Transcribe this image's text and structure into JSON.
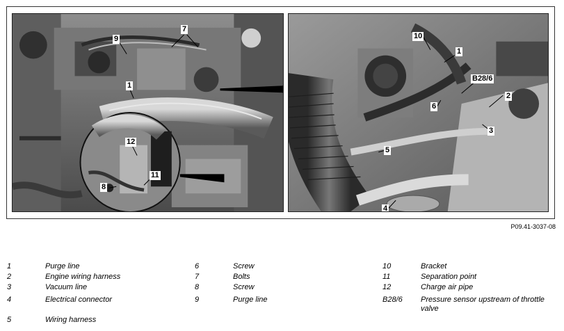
{
  "figure_id": "P09.41-3037-08",
  "callouts_left": [
    "9",
    "7",
    "1",
    "12",
    "11",
    "8"
  ],
  "callouts_right": [
    "10",
    "1",
    "B28/6",
    "2",
    "6",
    "3",
    "5",
    "4"
  ],
  "legend": {
    "col1": [
      {
        "num": "1",
        "text": "Purge line"
      },
      {
        "num": "2",
        "text": "Engine wiring harness"
      },
      {
        "num": "3",
        "text": "Vacuum line"
      },
      {
        "num": "4",
        "text": "Electrical connector"
      },
      {
        "num": "5",
        "text": "Wiring harness"
      }
    ],
    "col2": [
      {
        "num": "6",
        "text": "Screw"
      },
      {
        "num": "7",
        "text": "Bolts"
      },
      {
        "num": "8",
        "text": "Screw"
      },
      {
        "num": "9",
        "text": "Purge line"
      }
    ],
    "col3": [
      {
        "num": "10",
        "text": "Bracket"
      },
      {
        "num": "11",
        "text": "Separation point"
      },
      {
        "num": "12",
        "text": "Charge air pipe"
      },
      {
        "num": "B28/6",
        "text": "Pressure sensor upstream of throttle valve"
      }
    ]
  },
  "colors": {
    "photo_dark": "#3a3a3a",
    "photo_mid": "#7a7a7a",
    "photo_light": "#b8b8b8",
    "line": "#000000",
    "label_bg": "#ffffff"
  }
}
